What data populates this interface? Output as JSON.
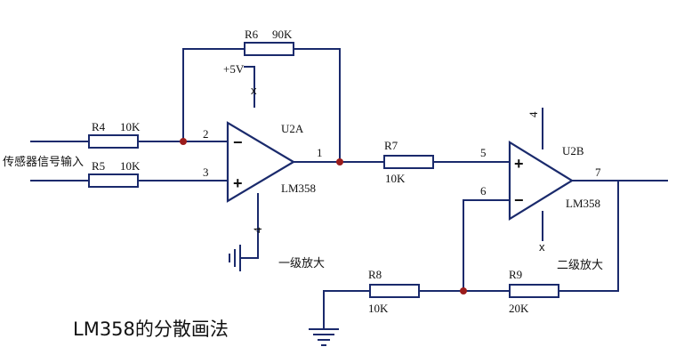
{
  "caption": "LM358的分散画法",
  "input_label": "传感器信号输入",
  "stage1": {
    "ref": "U2A",
    "part": "LM358",
    "label": "一级放大",
    "pins": {
      "inv": "2",
      "noninv": "3",
      "out": "1",
      "gnd": "4"
    },
    "supply": "+5V"
  },
  "stage2": {
    "ref": "U2B",
    "part": "LM358",
    "label": "二级放大",
    "pins": {
      "noninv": "5",
      "inv": "6",
      "out": "7",
      "top": "4"
    }
  },
  "resistors": {
    "r4": {
      "name": "R4",
      "value": "10K"
    },
    "r5": {
      "name": "R5",
      "value": "10K"
    },
    "r6": {
      "name": "R6",
      "value": "90K"
    },
    "r7": {
      "name": "R7",
      "value": "10K"
    },
    "r8": {
      "name": "R8",
      "value": "10K"
    },
    "r9": {
      "name": "R9",
      "value": "20K"
    }
  },
  "no_connect_mark": "x",
  "minus_sign": "−",
  "plus_sign": "+"
}
